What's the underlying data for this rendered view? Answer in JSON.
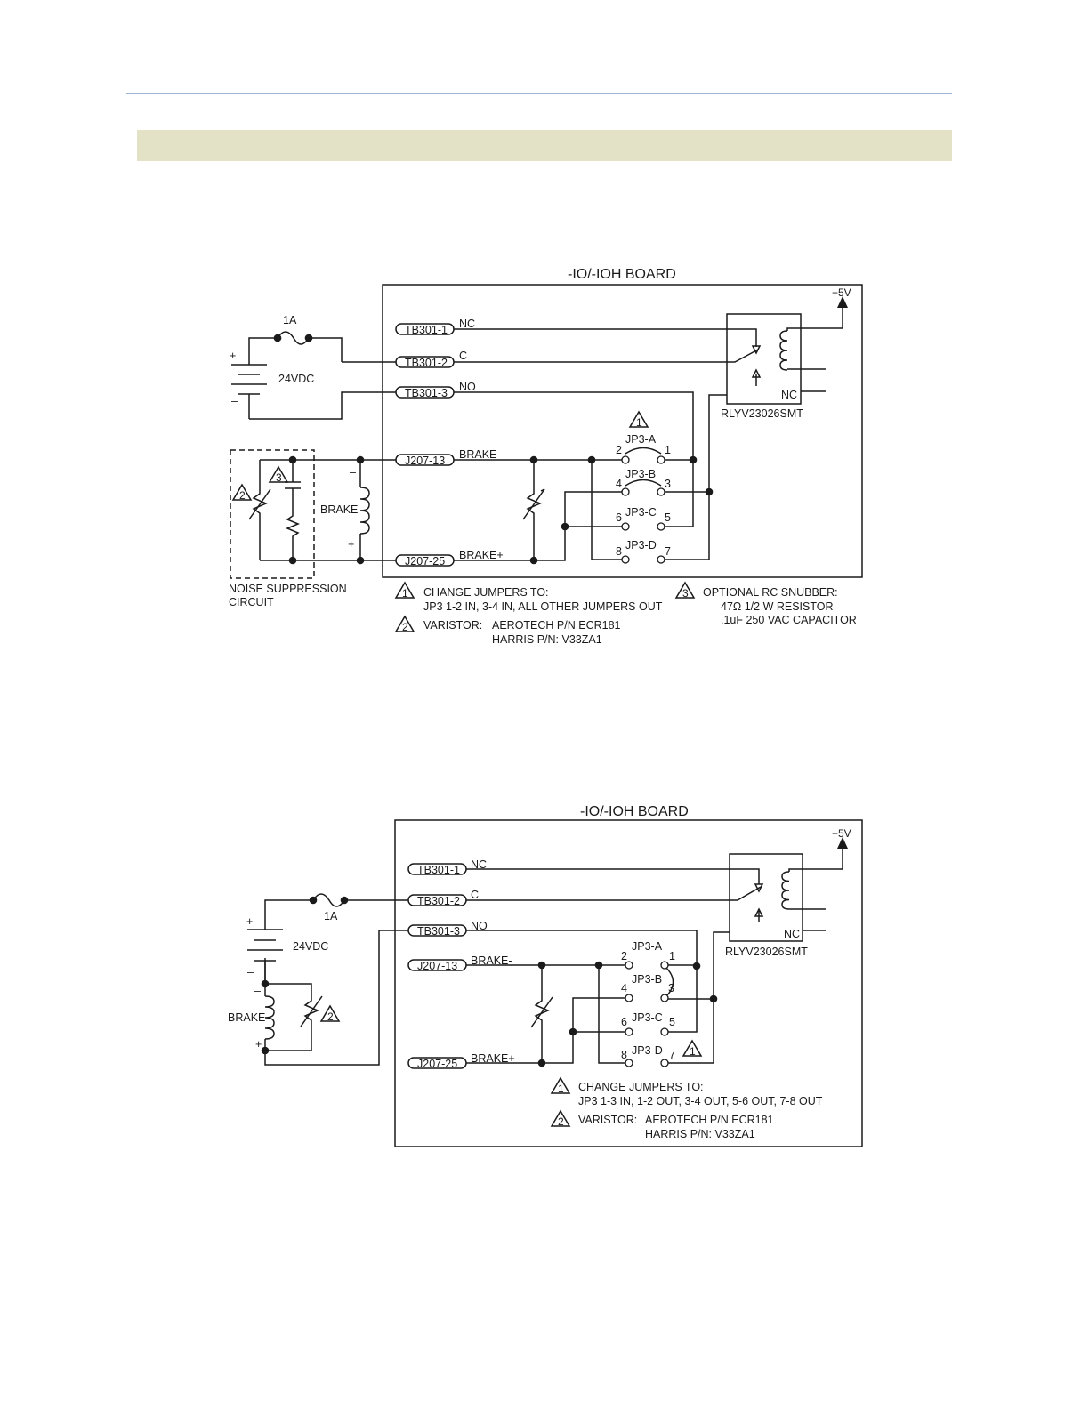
{
  "diagram1": {
    "board_title": "-IO/-IOH BOARD",
    "v5": "+5V",
    "fuse": "1A",
    "supply": "24VDC",
    "plus": "+",
    "minus": "–",
    "tb1": "TB301-1",
    "tb2": "TB301-2",
    "tb3": "TB301-3",
    "j13": "J207-13",
    "j25": "J207-25",
    "nc": "NC",
    "c": "C",
    "no": "NO",
    "brake_minus": "BRAKE-",
    "brake_plus": "BRAKE+",
    "relay_nc": "NC",
    "relay": "RLYV23026SMT",
    "brake": "BRAKE",
    "jpa": "JP3-A",
    "jpb": "JP3-B",
    "jpc": "JP3-C",
    "jpd": "JP3-D",
    "p1": "1",
    "p2": "2",
    "p3": "3",
    "p4": "4",
    "p5": "5",
    "p6": "6",
    "p7": "7",
    "p8": "8",
    "tri1": "1",
    "tri2": "2",
    "tri3": "3",
    "noise_1": "NOISE SUPPRESSION",
    "noise_2": "CIRCUIT",
    "note1_a": "CHANGE JUMPERS TO:",
    "note1_b": "JP3 1-2 IN, 3-4 IN, ALL OTHER JUMPERS OUT",
    "note2_a": "VARISTOR:",
    "note2_b": "AEROTECH P/N ECR181",
    "note2_c": "HARRIS P/N: V33ZA1",
    "note3_a": "OPTIONAL RC SNUBBER:",
    "note3_b": "47Ω 1/2 W RESISTOR",
    "note3_c": ".1uF 250 VAC CAPACITOR"
  },
  "diagram2": {
    "board_title": "-IO/-IOH BOARD",
    "v5": "+5V",
    "fuse": "1A",
    "supply": "24VDC",
    "plus": "+",
    "minus": "–",
    "tb1": "TB301-1",
    "tb2": "TB301-2",
    "tb3": "TB301-3",
    "j13": "J207-13",
    "j25": "J207-25",
    "nc": "NC",
    "c": "C",
    "no": "NO",
    "brake_minus": "BRAKE-",
    "brake_plus": "BRAKE+",
    "relay_nc": "NC",
    "relay": "RLYV23026SMT",
    "brake": "BRAKE",
    "jpa": "JP3-A",
    "jpb": "JP3-B",
    "jpc": "JP3-C",
    "jpd": "JP3-D",
    "p1": "1",
    "p2": "2",
    "p3": "3",
    "p4": "4",
    "p5": "5",
    "p6": "6",
    "p7": "7",
    "p8": "8",
    "tri1": "1",
    "tri2": "2",
    "note1_a": "CHANGE JUMPERS TO:",
    "note1_b": "JP3 1-3 IN, 1-2 OUT, 3-4 OUT, 5-6 OUT, 7-8 OUT",
    "note2_a": "VARISTOR:",
    "note2_b": "AEROTECH P/N ECR181",
    "note2_c": "HARRIS P/N: V33ZA1"
  }
}
